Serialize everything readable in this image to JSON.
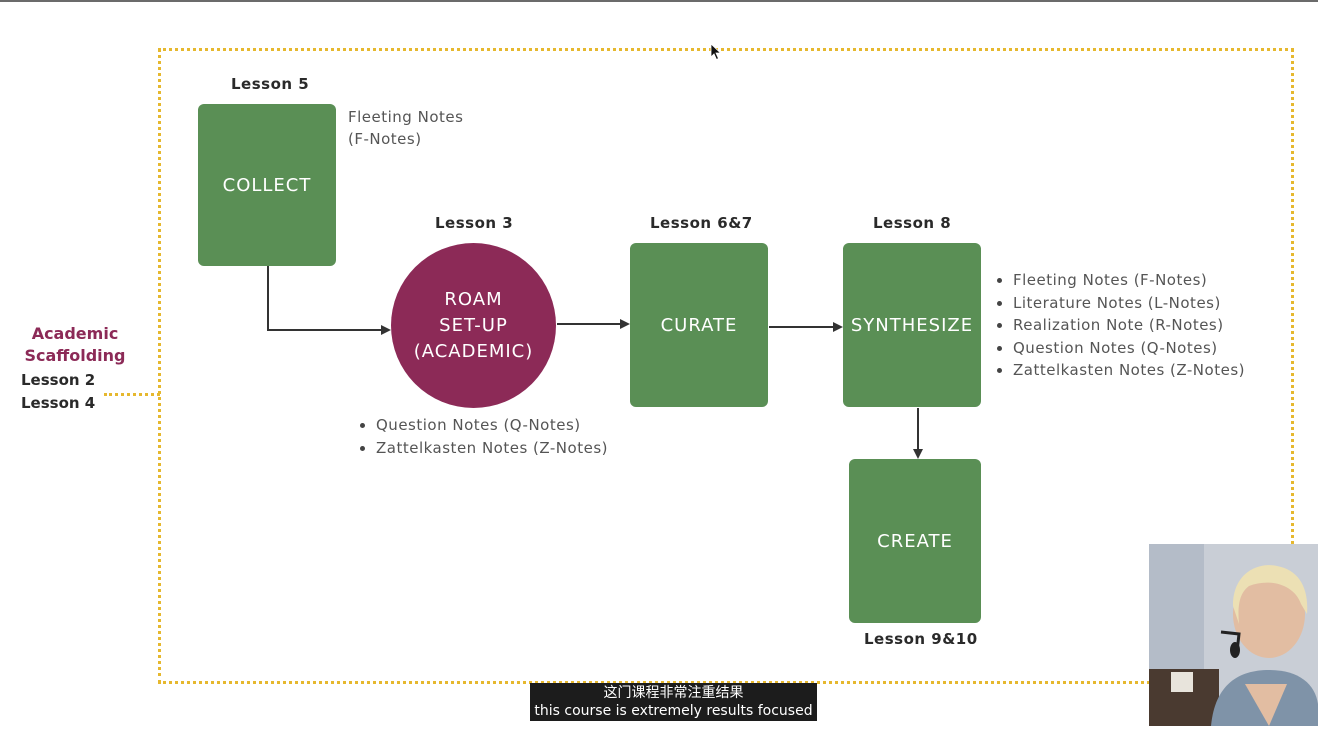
{
  "diagram": {
    "collect": {
      "lesson": "Lesson 5",
      "label": "COLLECT",
      "note_line1": "Fleeting Notes",
      "note_line2": "(F-Notes)"
    },
    "roam": {
      "lesson": "Lesson 3",
      "line1": "ROAM",
      "line2": "SET-UP",
      "line3": "(ACADEMIC)",
      "bullets": [
        "Question Notes (Q-Notes)",
        "Zattelkasten Notes (Z-Notes)"
      ]
    },
    "curate": {
      "lesson": "Lesson 6&7",
      "label": "CURATE"
    },
    "synthesize": {
      "lesson": "Lesson 8",
      "label": "SYNTHESIZE",
      "bullets": [
        "Fleeting Notes (F-Notes)",
        "Literature Notes (L-Notes)",
        "Realization Note (R-Notes)",
        "Question Notes (Q-Notes)",
        "Zattelkasten Notes (Z-Notes)"
      ]
    },
    "create": {
      "lesson": "Lesson 9&10",
      "label": "CREATE"
    },
    "scaffolding": {
      "line1": "Academic",
      "line2": "Scaffolding",
      "lesson_a": "Lesson 2",
      "lesson_b": "Lesson 4"
    }
  },
  "subtitles": {
    "chinese": "这门课程非常注重结果",
    "english": "this course is extremely results focused"
  },
  "colors": {
    "green": "#5a8f55",
    "maroon": "#8c2a57",
    "dotted": "#e6b82e"
  }
}
